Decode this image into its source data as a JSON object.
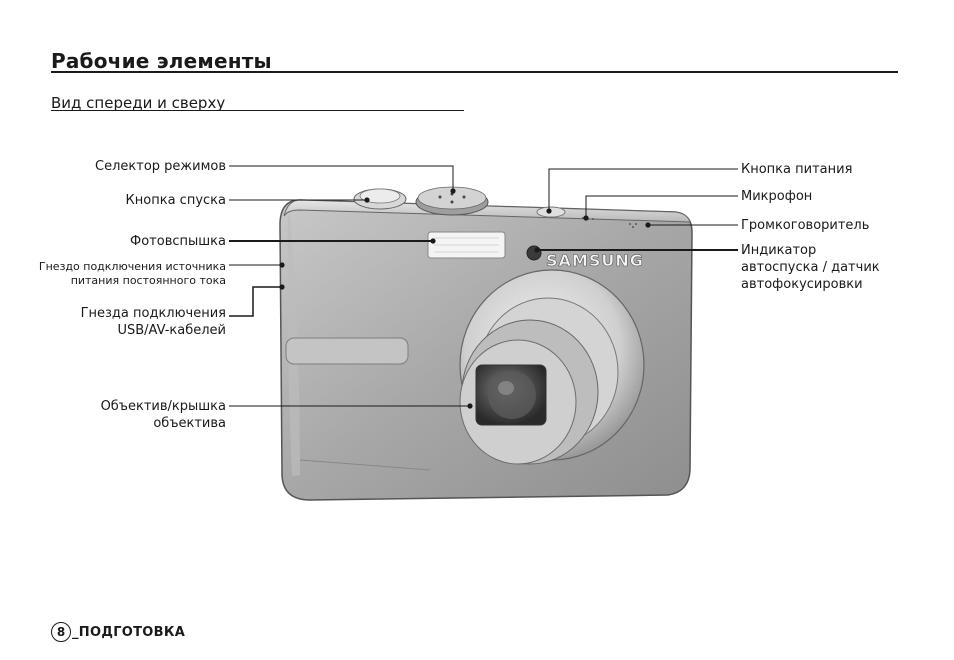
{
  "page": {
    "title": "Рабочие элементы",
    "subtitle": "Вид спереди и сверху"
  },
  "labels": {
    "mode_selector": "Селектор режимов",
    "shutter_button": "Кнопка спуска",
    "flash": "Фотовспышка",
    "dc_jack_line1": "Гнездо подключения источника",
    "dc_jack_line2": "питания постоянного тока",
    "usb_av_line1": "Гнезда подключения",
    "usb_av_line2": "USB/AV-кабелей",
    "lens_line1": "Объектив/крышка",
    "lens_line2": "объектива",
    "power_button": "Кнопка питания",
    "microphone": "Микрофон",
    "speaker": "Громкоговоритель",
    "indicator_line1": "Индикатор",
    "indicator_line2": "автоспуска / датчик",
    "indicator_line3": "автофокусировки"
  },
  "camera": {
    "brand": "SAMSUNG",
    "body_color": "#a9a9a9"
  },
  "footer": {
    "page_number": "8",
    "section": "_ПОДГОТОВКА"
  }
}
